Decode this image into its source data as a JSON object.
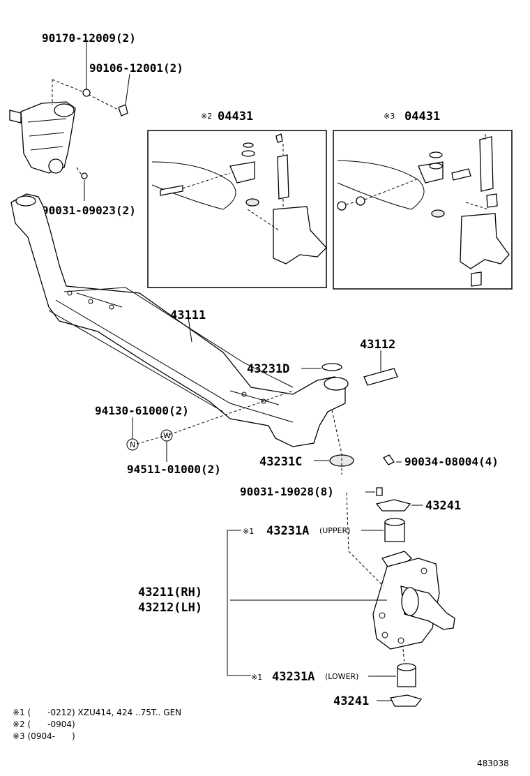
{
  "labels": {
    "p90170": "90170-12009(2)",
    "p90106": "90106-12001(2)",
    "p90031a": "90031-09023(2)",
    "box2_title": "04431",
    "box2_mark": "※2",
    "box3_title": "04431",
    "box3_mark": "※3",
    "p43111": "43111",
    "p43112": "43112",
    "p43231D": "43231D",
    "p94130": "94130-61000(2)",
    "p94511": "94511-01000(2)",
    "p43231C": "43231C",
    "p90034": "90034-08004(4)",
    "p90031b": "90031-19028(8)",
    "p43241a": "43241",
    "p43231A_upper_mark": "※1",
    "p43231A_upper": "43231A",
    "p43231A_upper_note": "(UPPER)",
    "p43211": "43211(RH)",
    "p43212": "43212(LH)",
    "p43231A_lower_mark": "※1",
    "p43231A_lower": "43231A",
    "p43231A_lower_note": "(LOWER)",
    "p43241b": "43241",
    "symbol_n": "N",
    "symbol_w": "W"
  },
  "notes": [
    "※1 (　　-0212) XZU414, 424 ..75T.. GEN",
    "※2 (　　-0904)",
    "※3 (0904-　　)"
  ],
  "diagram_id": "483038"
}
